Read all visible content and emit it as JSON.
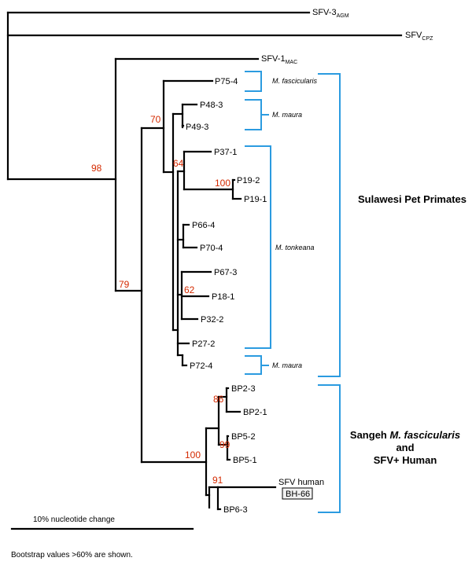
{
  "leaves": {
    "sfv3": {
      "main": "SFV-3",
      "sub": "AGM"
    },
    "sfvcpz": {
      "main": "SFV",
      "sub": "CPZ"
    },
    "sfv1": {
      "main": "SFV-1",
      "sub": "MAC"
    },
    "p75_4": "P75-4",
    "p48_3": "P48-3",
    "p49_3": "P49-3",
    "p37_1": "P37-1",
    "p19_2": "P19-2",
    "p19_1": "P19-1",
    "p66_4": "P66-4",
    "p70_4": "P70-4",
    "p67_3": "P67-3",
    "p18_1": "P18-1",
    "p32_2": "P32-2",
    "p27_2": "P27-2",
    "p72_4": "P72-4",
    "bp2_3": "BP2-3",
    "bp2_1": "BP2-1",
    "bp5_2": "BP5-2",
    "bp5_1": "BP5-1",
    "sfv_human": "SFV human",
    "bh66": "BH-66",
    "bp6_3": "BP6-3"
  },
  "bootstrap": {
    "b98": "98",
    "b79": "79",
    "b70": "70",
    "b64": "64",
    "b100_p19": "100",
    "b62": "62",
    "b86": "86",
    "b99": "99",
    "b100_bp": "100",
    "b91": "91"
  },
  "species": {
    "fascicularis": "M. fascicularis",
    "maura_top": "M. maura",
    "tonkeana": "M. tonkeana",
    "maura_bottom": "M. maura"
  },
  "groups": {
    "sulawesi": "Sulawesi Pet Primates",
    "sangeh_line1_a": "Sangeh ",
    "sangeh_line1_b": "M. fascicularis",
    "sangeh_line2": "and",
    "sangeh_line3": "SFV+  Human"
  },
  "scale_label": "10% nucleotide change",
  "footnote": "Bootstrap values >60% are shown.",
  "colors": {
    "branch": "#000000",
    "bootstrap": "#d42a00",
    "bracket": "#2b9be0"
  }
}
